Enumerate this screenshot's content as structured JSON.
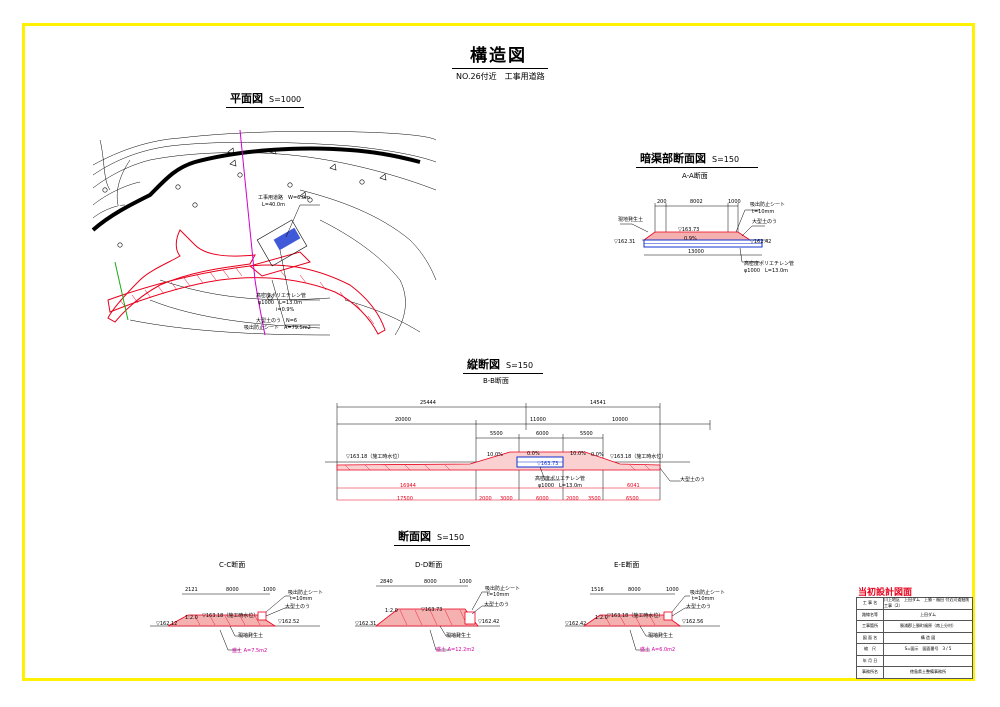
{
  "sheet": {
    "title": "構造図",
    "subtitle": "NO.26付近　工事用道路"
  },
  "plan": {
    "heading": "平面図",
    "scale": "S=1000",
    "labels": {
      "road": "工事用道路　W=6.0m",
      "length": "L=40.0m",
      "pipe": "高密度ポリエチレン管",
      "pipe_dim": "φ1000　L=13.0m",
      "slope": "i=0.9%",
      "embank": "大型土のう　N=6",
      "sheet": "吸出防止シート　A=79.5m2"
    }
  },
  "culvert": {
    "heading": "暗渠部断面図",
    "scale": "S=150",
    "section": "A-A断面",
    "labels": {
      "ground": "現地発生土",
      "dim_left": "200",
      "dim_mid": "8002",
      "dim_right": "1000",
      "sheet": "吸出防止シート",
      "sheet_t": "t=10mm",
      "bag": "大型土のう",
      "elev_top": "▽163.73",
      "elev_left": "▽162.31",
      "elev_right": "▽162.42",
      "grade": "0.9%",
      "total": "13000",
      "pipe": "高密度ポリエチレン管",
      "pipe_dim": "φ1000　L=13.0m"
    }
  },
  "profile": {
    "heading": "縦断図",
    "scale": "S=150",
    "section": "B-B断面",
    "labels": {
      "d_total_left": "25444",
      "d_total_right": "14541",
      "d_20000": "20000",
      "d_11000": "11000",
      "d_10000": "10000",
      "d_5500a": "5500",
      "d_6000": "6000",
      "d_5500b": "5500",
      "wl_left": "▽163.18（施工時水位）",
      "wl_right": "▽163.18（施工時水位）",
      "grade_a": "10.0%",
      "grade_b": "0.0%",
      "grade_c": "10.0%",
      "grade_d": "0.0%",
      "elev": "▽163.73",
      "pipe": "高密度ポリエチレン管",
      "pipe_dim": "φ1000　L=13.0m",
      "bag": "大型土のう",
      "b_16944": "16944",
      "b_6041": "6041",
      "b_17500": "17500",
      "b_2000a": "2000",
      "b_3000": "3000",
      "b_6000": "6000",
      "b_2000b": "2000",
      "b_3500": "3500",
      "b_6500": "6500"
    }
  },
  "cross": {
    "heading": "断面図",
    "scale": "S=150",
    "sections": [
      {
        "name": "C-C断面",
        "d1": "2121",
        "d2": "8000",
        "d3": "1000",
        "sheet": "吸出防止シート",
        "sheet_t": "t=10mm",
        "wl": "▽163.18（施工時水位）",
        "bag": "大型土のう",
        "elev_left": "▽162.12",
        "elev_right": "▽162.52",
        "ground": "現地発生土",
        "fill": "盛土 A=7.5m2",
        "slope": "1:2.0"
      },
      {
        "name": "D-D断面",
        "d1": "2840",
        "d2": "8000",
        "d3": "1000",
        "sheet": "吸出防止シート",
        "sheet_t": "t=10mm",
        "wl": "▽163.73",
        "bag": "大型土のう",
        "elev_left": "▽162.31",
        "elev_right": "▽162.42",
        "ground": "現地発生土",
        "fill": "盛土 A=12.2m2",
        "slope": "1:2.0"
      },
      {
        "name": "E-E断面",
        "d1": "1516",
        "d2": "8000",
        "d3": "1000",
        "sheet": "吸出防止シート",
        "sheet_t": "t=10mm",
        "wl": "▽163.18（施工時水位）",
        "bag": "大型土のう",
        "elev_left": "▽162.42",
        "elev_right": "▽162.56",
        "ground": "現地発生土",
        "fill": "盛土 A=6.0m2",
        "slope": "1:2.0"
      }
    ]
  },
  "title_block": {
    "header": "当初設計図面",
    "rows": [
      {
        "k": "工 事 名",
        "v": "川上地区　上田ダム　上勝・福田 付近河道掘削工事（2）"
      },
      {
        "k": "路線名等",
        "v": "上田ダム"
      },
      {
        "k": "工事箇所",
        "v": "勝浦郡上勝町福原（南上分村）"
      },
      {
        "k": "図 面 名",
        "v": "構 造 図"
      },
      {
        "k": "縮　尺",
        "v": "S=図示　図面番号　3 / 5"
      },
      {
        "k": "年 月 日",
        "v": ""
      },
      {
        "k": "事務所名",
        "v": "徳島県土整備事務所"
      }
    ]
  },
  "colors": {
    "frame": "#fff200",
    "section_red": "#e8001c",
    "plan_magenta": "#d000d0",
    "pipe_blue": "#1030d0",
    "fill_label": "#d000a0"
  }
}
